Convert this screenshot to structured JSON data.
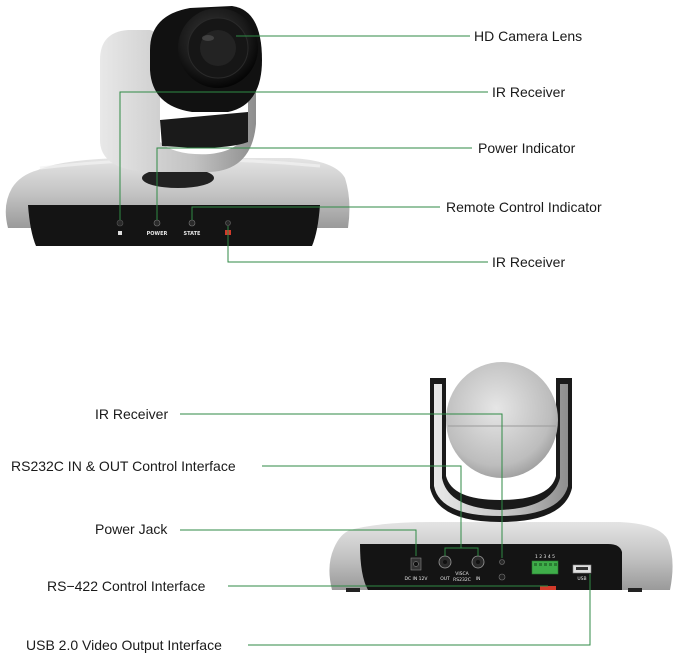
{
  "callouts_top": [
    {
      "label": "HD Camera Lens"
    },
    {
      "label": "IR Receiver"
    },
    {
      "label": "Power Indicator"
    },
    {
      "label": "Remote Control Indicator"
    },
    {
      "label": "IR Receiver"
    }
  ],
  "callouts_bottom": [
    {
      "label": "IR Receiver"
    },
    {
      "label": "RS232C IN & OUT Control Interface"
    },
    {
      "label": "Power Jack"
    },
    {
      "label": "RS−422 Control Interface"
    },
    {
      "label": "USB 2.0 Video Output Interface"
    }
  ],
  "front_panel": {
    "power": "POWER",
    "state": "STATE"
  },
  "rear_panel": {
    "dc_in": "DC IN 12V",
    "out": "OUT",
    "visca": "VISCA",
    "rs232c": "RS232C",
    "in": "IN",
    "pins": "1 2 3 4 5",
    "usb": "USB"
  },
  "colors": {
    "leader_line": "#2f8a45",
    "body_silver": "#c9c9c9",
    "panel_black": "#141414",
    "terminal_green": "#3fae4a",
    "indicator_red": "#d23a2a"
  }
}
